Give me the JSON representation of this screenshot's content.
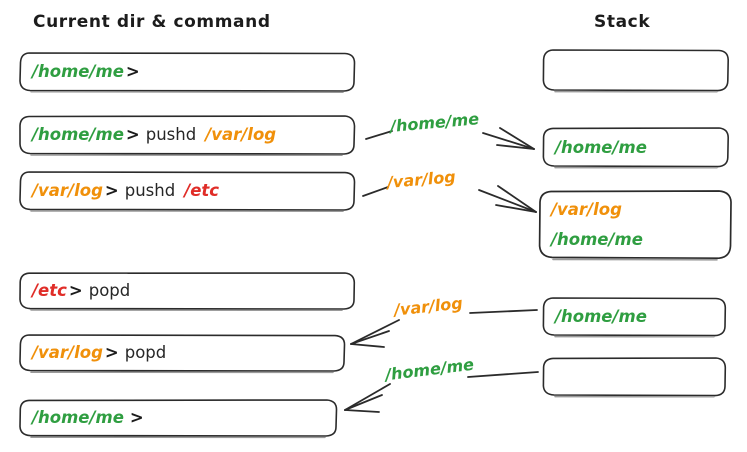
{
  "headers": {
    "left": "Current dir & command",
    "right": "Stack"
  },
  "colors": {
    "home": "#2f9e41",
    "var_log": "#f0900a",
    "etc": "#e02d28",
    "ink": "#1c1c1c",
    "background": "#ffffff"
  },
  "commands": [
    {
      "cwd": "/home/me",
      "cwd_color": "home",
      "prompt": ">",
      "command": "",
      "arg": "",
      "arg_color": ""
    },
    {
      "cwd": "/home/me",
      "cwd_color": "home",
      "prompt": ">",
      "command": "pushd",
      "arg": "/var/log",
      "arg_color": "var_log"
    },
    {
      "cwd": "/var/log",
      "cwd_color": "var_log",
      "prompt": ">",
      "command": "pushd",
      "arg": "/etc",
      "arg_color": "etc"
    },
    {
      "cwd": "/etc",
      "cwd_color": "etc",
      "prompt": ">",
      "command": "popd",
      "arg": "",
      "arg_color": ""
    },
    {
      "cwd": "/var/log",
      "cwd_color": "var_log",
      "prompt": ">",
      "command": "popd",
      "arg": "",
      "arg_color": ""
    },
    {
      "cwd": "/home/me",
      "cwd_color": "home",
      "prompt": ">",
      "command": "",
      "arg": "",
      "arg_color": ""
    }
  ],
  "stacks": [
    {
      "entries": []
    },
    {
      "entries": [
        {
          "text": "/home/me",
          "color": "home"
        }
      ]
    },
    {
      "entries": [
        {
          "text": "/var/log",
          "color": "var_log"
        },
        {
          "text": "/home/me",
          "color": "home"
        }
      ]
    },
    {
      "entries": [
        {
          "text": "/home/me",
          "color": "home"
        }
      ]
    },
    {
      "entries": []
    }
  ],
  "arrows": [
    {
      "label": "/home/me",
      "color": "home",
      "direction": "push"
    },
    {
      "label": "/var/log",
      "color": "var_log",
      "direction": "push"
    },
    {
      "label": "/var/log",
      "color": "var_log",
      "direction": "pop"
    },
    {
      "label": "/home/me",
      "color": "home",
      "direction": "pop"
    }
  ]
}
